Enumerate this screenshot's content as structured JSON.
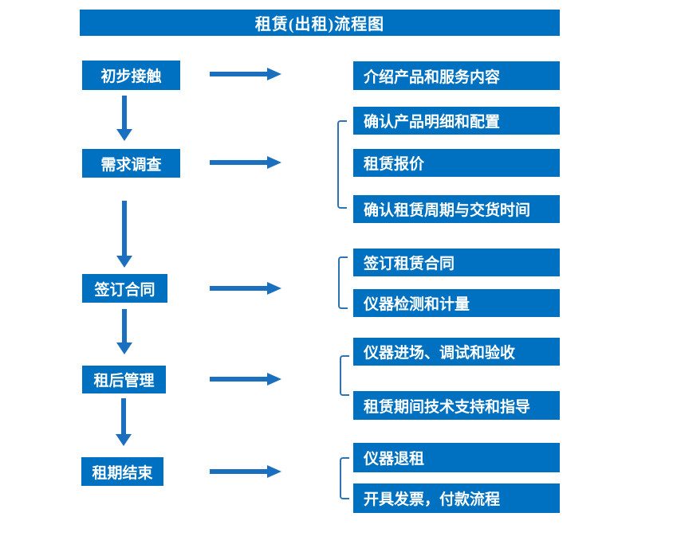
{
  "title": "租赁(出租)流程图",
  "colors": {
    "box_blue": "#0070c0",
    "arrow_blue": "#1b6fbf",
    "bracket_blue": "#2e74b5",
    "text_white": "#ffffff",
    "background": "#ffffff"
  },
  "steps": [
    {
      "label": "初步接触",
      "details": [
        "介绍产品和服务内容"
      ]
    },
    {
      "label": "需求调查",
      "details": [
        "确认产品明细和配置",
        "租赁报价",
        "确认租赁周期与交货时间"
      ]
    },
    {
      "label": "签订合同",
      "details": [
        "签订租赁合同",
        "仪器检测和计量"
      ]
    },
    {
      "label": "租后管理",
      "details": [
        "仪器进场、调试和验收",
        "租赁期间技术支持和指导"
      ]
    },
    {
      "label": "租期结束",
      "details": [
        "仪器退租",
        "开具发票，付款流程"
      ]
    }
  ]
}
